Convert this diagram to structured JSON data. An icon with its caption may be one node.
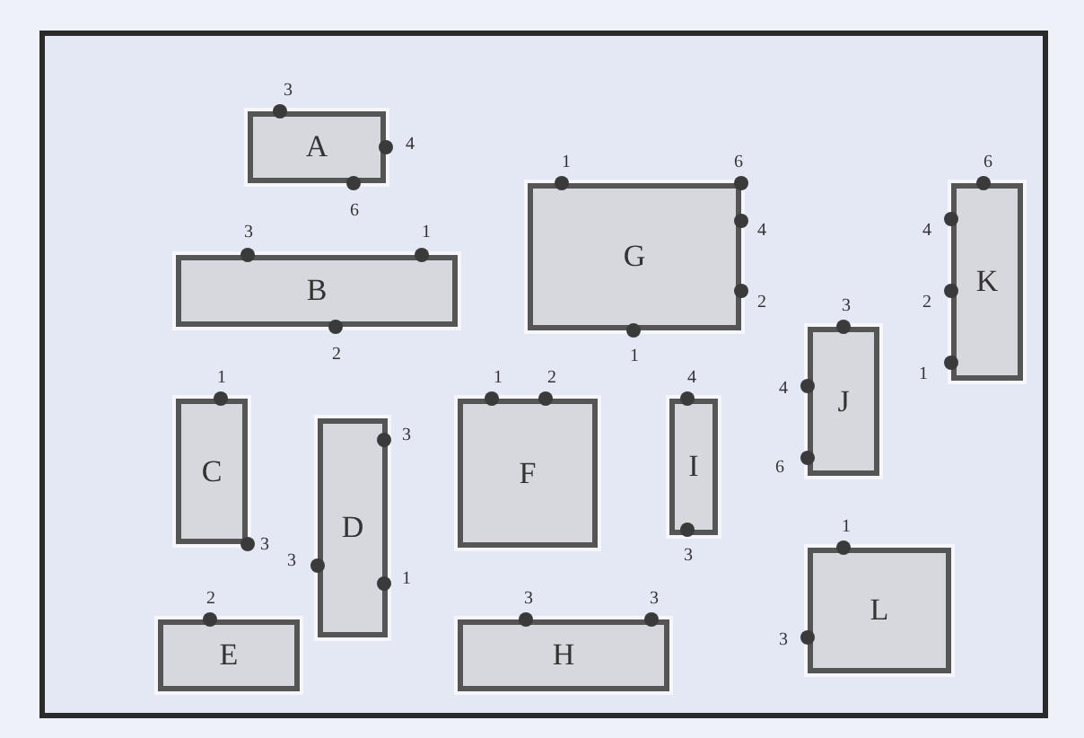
{
  "diagram": {
    "nodes": [
      {
        "text": [
          "A"
        ],
        "beside": [
          "3",
          "4",
          "6"
        ]
      },
      {
        "text": [
          "B"
        ],
        "beside": [
          "3",
          "1",
          "2"
        ]
      },
      {
        "text": [
          "G"
        ],
        "beside": [
          "1",
          "6",
          "4",
          "2",
          "1"
        ]
      },
      {
        "text": [
          "K"
        ],
        "beside": [
          "6",
          "4",
          "2",
          "1"
        ]
      },
      {
        "text": [
          "C"
        ],
        "beside": [
          "1",
          "3"
        ]
      },
      {
        "text": [
          "D"
        ],
        "beside": [
          "3",
          "3",
          "1"
        ]
      },
      {
        "text": [
          "F"
        ],
        "beside": [
          "1",
          "2"
        ]
      },
      {
        "text": [
          "I"
        ],
        "beside": [
          "4",
          "3"
        ]
      },
      {
        "text": [
          "J"
        ],
        "beside": [
          "3",
          "4",
          "6"
        ]
      },
      {
        "text": [
          "L"
        ],
        "beside": [
          "1",
          "3"
        ]
      },
      {
        "text": [
          "E"
        ],
        "beside": [
          "2"
        ]
      },
      {
        "text": [
          "H"
        ],
        "beside": [
          "3",
          "3"
        ]
      }
    ],
    "edges": []
  }
}
